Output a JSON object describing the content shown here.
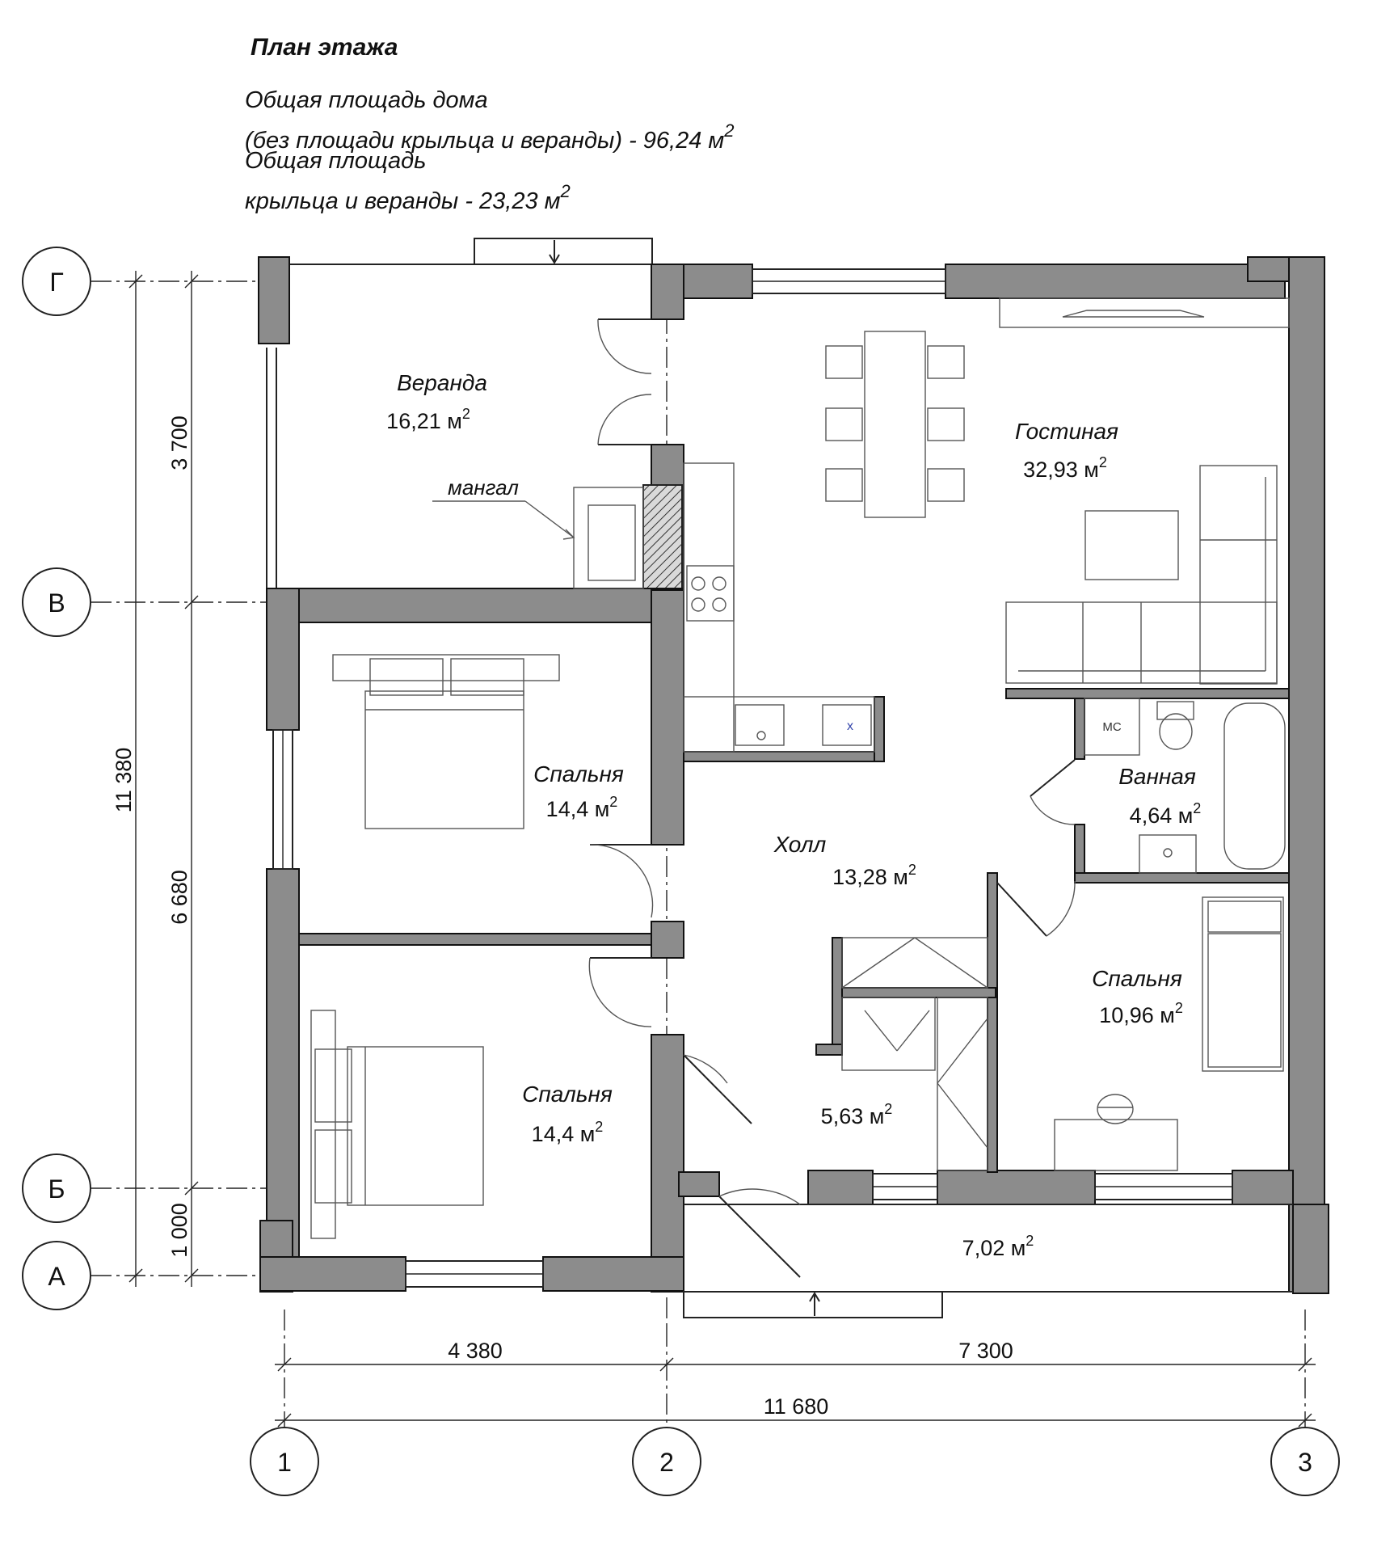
{
  "title": "План  этажа",
  "notes": {
    "line1": "Общая площадь дома",
    "line2": "(без площади крыльца и веранды) - 96,24 м",
    "line2_sup": "2",
    "line3": "Общая площадь",
    "line4": "крыльца и веранды - 23,23 м",
    "line4_sup": "2"
  },
  "rooms": {
    "veranda": {
      "name": "Веранда",
      "area": "16,21 м",
      "sup": "2"
    },
    "living": {
      "name": "Гостиная",
      "area": "32,93 м",
      "sup": "2"
    },
    "bedroom1": {
      "name": "Спальня",
      "area": "14,4 м",
      "sup": "2"
    },
    "hall": {
      "name": "Холл",
      "area": "13,28 м",
      "sup": "2"
    },
    "bath": {
      "name": "Ванная",
      "area": "4,64 м",
      "sup": "2"
    },
    "bedroom2": {
      "name": "Спальня",
      "area": "14,4 м",
      "sup": "2"
    },
    "bedroom3": {
      "name": "Спальня",
      "area": "10,96 м",
      "sup": "2"
    },
    "storage": {
      "area": "5,63 м",
      "sup": "2"
    },
    "porch": {
      "area": "7,02 м",
      "sup": "2"
    }
  },
  "labels": {
    "bbq": "мангал",
    "toilet": "МС",
    "sink_mark": "х"
  },
  "axes": {
    "row_g": "Г",
    "row_v": "В",
    "row_b": "Б",
    "row_a": "А",
    "col_1": "1",
    "col_2": "2",
    "col_3": "3"
  },
  "dimensions": {
    "v_total": "11 380",
    "v_top": "3 700",
    "v_mid": "6 680",
    "v_bot": "1 000",
    "h_left": "4 380",
    "h_right": "7 300",
    "h_total": "11 680"
  }
}
